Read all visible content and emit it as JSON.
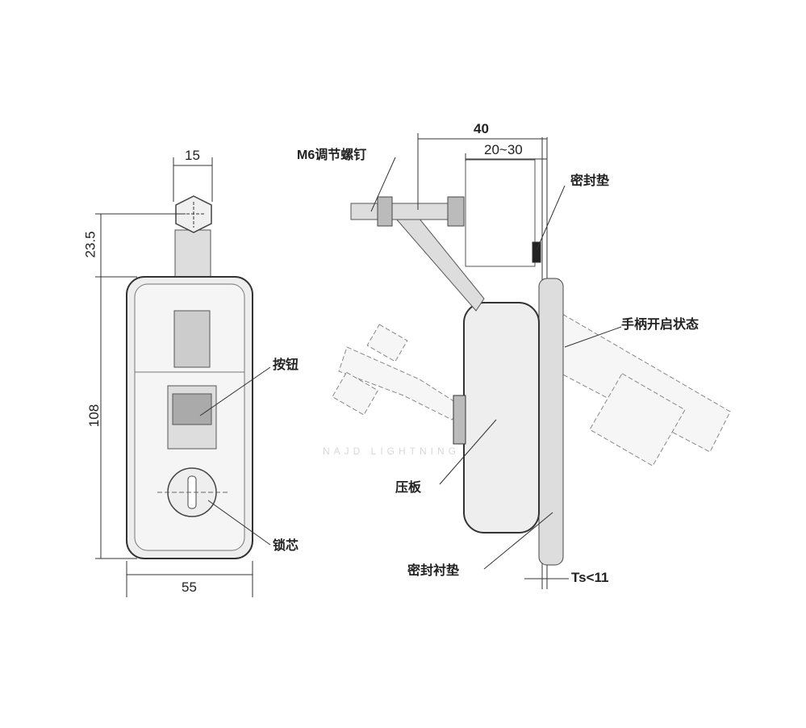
{
  "front_view": {
    "dims": {
      "handle_width": "15",
      "handle_height": "23.5",
      "body_height": "108",
      "body_width": "55"
    },
    "labels": {
      "button": "按钮",
      "lock_core": "锁芯"
    }
  },
  "side_view": {
    "dims": {
      "overall": "40",
      "range": "20~30",
      "thickness": "Ts<11"
    },
    "labels": {
      "screw": "M6调节螺钉",
      "seal_pad": "密封垫",
      "handle_open": "手柄开启状态",
      "pressure_plate": "压板",
      "seal_liner": "密封衬垫"
    }
  },
  "watermark": "NAJD LIGHTNING"
}
